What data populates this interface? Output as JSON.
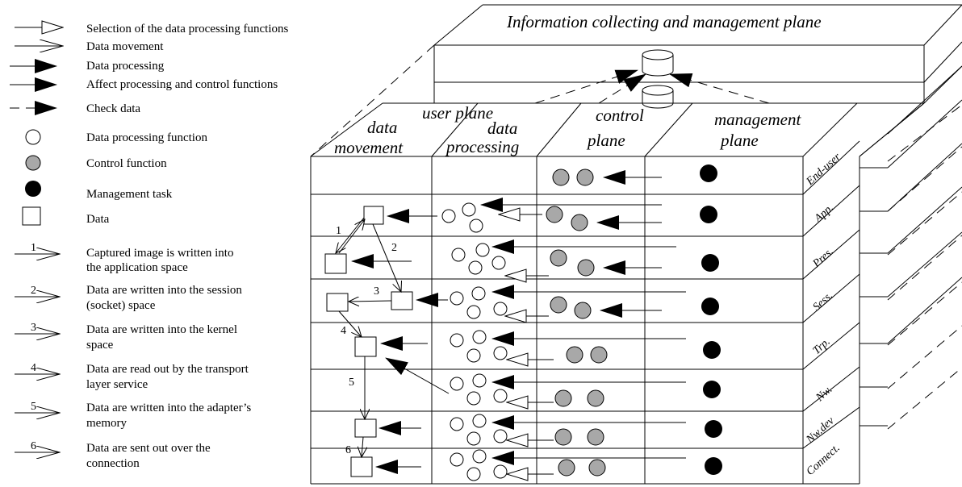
{
  "title": "Information collecting and management plane",
  "legend": [
    {
      "key": "open-arrow",
      "label": "Selection of the data processing functions"
    },
    {
      "key": "thin-arrow",
      "label": "Data movement"
    },
    {
      "key": "filled-arrow",
      "label": "Data processing"
    },
    {
      "key": "filled-arrow-2",
      "label": "Affect processing and control functions"
    },
    {
      "key": "dashed-arrow",
      "label": "Check data"
    },
    {
      "key": "white-circle",
      "label": "Data processing function"
    },
    {
      "key": "gray-circle",
      "label": "Control function"
    },
    {
      "key": "black-circle",
      "label": "Management task"
    },
    {
      "key": "square",
      "label": "Data"
    }
  ],
  "steps": [
    {
      "num": "1",
      "line1": "Captured image is written into",
      "line2": "the application space"
    },
    {
      "num": "2",
      "line1": "Data are written into the session",
      "line2": "(socket) space"
    },
    {
      "num": "3",
      "line1": "Data are written into the kernel",
      "line2": "space"
    },
    {
      "num": "4",
      "line1": "Data are read out by the transport",
      "line2": "layer service"
    },
    {
      "num": "5",
      "line1": "Data are written into the adapter’s",
      "line2": "memory"
    },
    {
      "num": "6",
      "line1": "Data are sent out over the",
      "line2": "connection"
    }
  ],
  "columns": {
    "user_plane": "user plane",
    "data_movement_1": "data",
    "data_movement_2": "movement",
    "data_processing_1": "data",
    "data_processing_2": "processing",
    "control_1": "control",
    "control_2": "plane",
    "management_1": "management",
    "management_2": "plane"
  },
  "layers": [
    "End-user",
    "App.",
    "Pres.",
    "Sess.",
    "Trp.",
    "Nw.",
    "Nw.dev",
    "Connect."
  ],
  "flow_numbers": [
    "1",
    "2",
    "3",
    "4",
    "5",
    "6"
  ]
}
